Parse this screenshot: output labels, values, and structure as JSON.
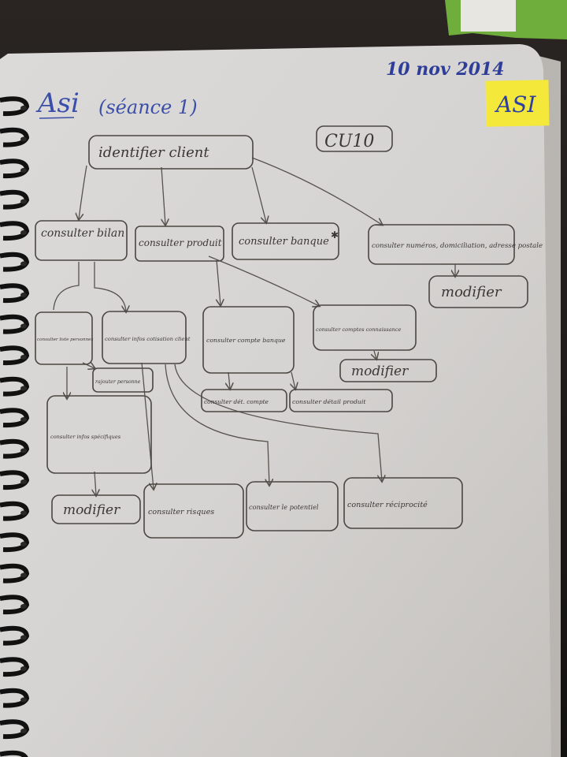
{
  "page": {
    "title": "Asi",
    "session": "(séance 1)",
    "date": "10 nov 2014",
    "sticky_note": "ASI",
    "badge": "CU10"
  },
  "diagram": {
    "nodes": [
      {
        "id": "root",
        "text": "identifier client"
      },
      {
        "id": "bilan",
        "text": "consulter bilan"
      },
      {
        "id": "produit",
        "text": "consulter produit"
      },
      {
        "id": "banque",
        "text": "consulter banque"
      },
      {
        "id": "numeros",
        "text": "consulter numéros, domiciliation, adresse postale"
      },
      {
        "id": "modif1",
        "text": "modifier"
      },
      {
        "id": "liste",
        "text": "consulter liste personnes"
      },
      {
        "id": "cotisation",
        "text": "consulter infos cotisation client"
      },
      {
        "id": "compte-banque",
        "text": "consulter compte banque"
      },
      {
        "id": "comptes-connaissance",
        "text": "consulter comptes connaissance"
      },
      {
        "id": "modif2",
        "text": "modifier"
      },
      {
        "id": "rajouter",
        "text": "rajouter personne"
      },
      {
        "id": "det-compte",
        "text": "consulter dét. compte"
      },
      {
        "id": "detail-produit",
        "text": "consulter détail produit"
      },
      {
        "id": "specifiques",
        "text": "consulter infos spécifiques"
      },
      {
        "id": "modif3",
        "text": "modifier"
      },
      {
        "id": "risques",
        "text": "consulter risques"
      },
      {
        "id": "potentiel",
        "text": "consulter le potentiel"
      },
      {
        "id": "reciprocite",
        "text": "consulter réciprocité"
      }
    ]
  }
}
